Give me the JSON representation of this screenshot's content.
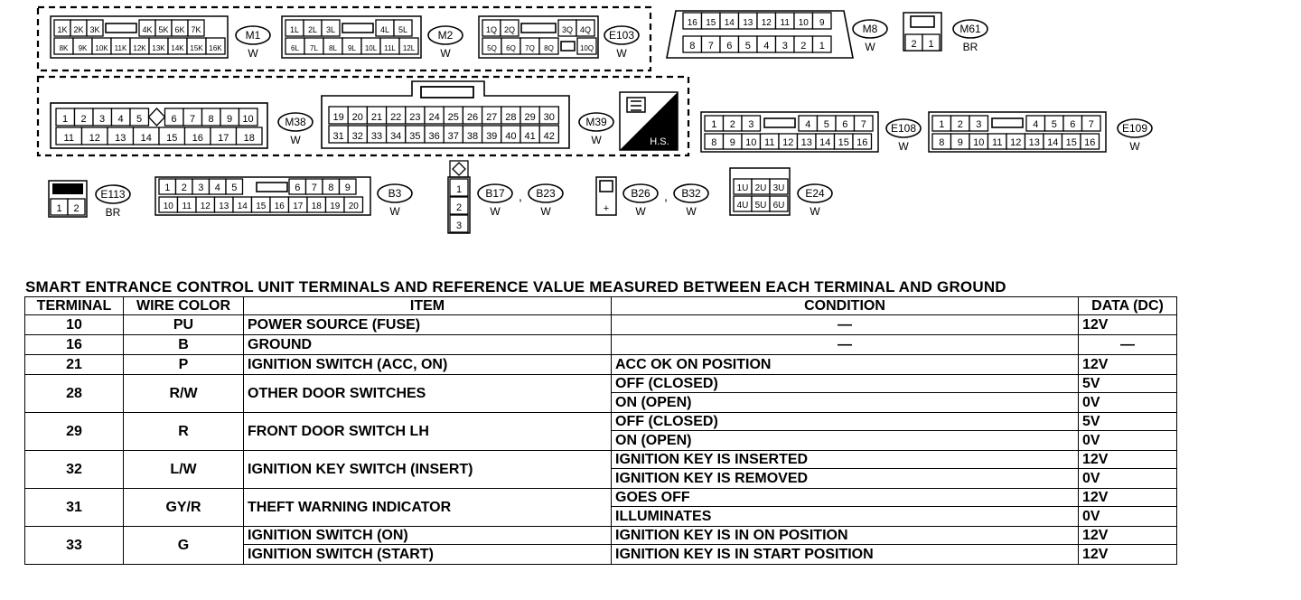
{
  "connectors": [
    {
      "id": "M1",
      "color": "W",
      "top": [
        "1K",
        "2K",
        "3K",
        "",
        "4K",
        "5K",
        "6K",
        "7K"
      ],
      "bottom": [
        "8K",
        "9K",
        "10K",
        "11K",
        "12K",
        "13K",
        "14K",
        "15K",
        "16K"
      ]
    },
    {
      "id": "M2",
      "color": "W",
      "top": [
        "1L",
        "2L",
        "3L",
        "",
        "4L",
        "5L"
      ],
      "bottom": [
        "6L",
        "7L",
        "8L",
        "9L",
        "10L",
        "11L",
        "12L"
      ]
    },
    {
      "id": "E103",
      "color": "W",
      "top": [
        "1Q",
        "2Q",
        "",
        "3Q",
        "4Q"
      ],
      "bottom": [
        "5Q",
        "6Q",
        "7Q",
        "8Q",
        "",
        "10Q"
      ]
    },
    {
      "id": "M8",
      "color": "W",
      "top": [
        "16",
        "15",
        "14",
        "13",
        "12",
        "11",
        "10",
        "9"
      ],
      "bottom": [
        "8",
        "7",
        "6",
        "5",
        "4",
        "3",
        "2",
        "1"
      ]
    },
    {
      "id": "M61",
      "color": "BR",
      "bottom": [
        "2",
        "1"
      ]
    },
    {
      "id": "M38",
      "color": "W",
      "top": [
        "1",
        "2",
        "3",
        "4",
        "5",
        "6",
        "7",
        "8",
        "9",
        "10"
      ],
      "bottom": [
        "11",
        "12",
        "13",
        "14",
        "15",
        "16",
        "17",
        "18"
      ]
    },
    {
      "id": "M39",
      "color": "W",
      "top": [
        "19",
        "20",
        "21",
        "22",
        "23",
        "24",
        "25",
        "26",
        "27",
        "28",
        "29",
        "30"
      ],
      "bottom": [
        "31",
        "32",
        "33",
        "34",
        "35",
        "36",
        "37",
        "38",
        "39",
        "40",
        "41",
        "42"
      ]
    },
    {
      "id": "E108",
      "color": "W",
      "top": [
        "1",
        "2",
        "3",
        "4",
        "5",
        "6",
        "7"
      ],
      "bottom": [
        "8",
        "9",
        "10",
        "11",
        "12",
        "13",
        "14",
        "15",
        "16"
      ]
    },
    {
      "id": "E109",
      "color": "W",
      "top": [
        "1",
        "2",
        "3",
        "4",
        "5",
        "6",
        "7"
      ],
      "bottom": [
        "8",
        "9",
        "10",
        "11",
        "12",
        "13",
        "14",
        "15",
        "16"
      ]
    },
    {
      "id": "E113",
      "color": "BR",
      "bottom": [
        "1",
        "2"
      ]
    },
    {
      "id": "B3",
      "color": "W",
      "top": [
        "1",
        "2",
        "3",
        "4",
        "5",
        "6",
        "7",
        "8",
        "9"
      ],
      "bottom": [
        "10",
        "11",
        "12",
        "13",
        "14",
        "15",
        "16",
        "17",
        "18",
        "19",
        "20"
      ]
    },
    {
      "id": "B17",
      "color": "W",
      "column": [
        "1",
        "2",
        "3"
      ]
    },
    {
      "id": "B23",
      "color": "W"
    },
    {
      "id": "B26",
      "color": "W",
      "column": [
        "+"
      ]
    },
    {
      "id": "B32",
      "color": "W"
    },
    {
      "id": "E24",
      "color": "W",
      "top": [
        "1U",
        "2U",
        "3U"
      ],
      "bottom": [
        "4U",
        "5U",
        "6U"
      ]
    }
  ],
  "hs_label": "H.S.",
  "table": {
    "title": "SMART ENTRANCE CONTROL UNIT TERMINALS AND REFERENCE VALUE MEASURED BETWEEN EACH TERMINAL AND GROUND",
    "headers": [
      "TERMINAL",
      "WIRE COLOR",
      "ITEM",
      "CONDITION",
      "DATA (DC)"
    ],
    "rows": [
      {
        "terminal": "10",
        "wire": "PU",
        "item": [
          "POWER SOURCE (FUSE)"
        ],
        "conditions": [
          "—"
        ],
        "data": [
          "12V"
        ]
      },
      {
        "terminal": "16",
        "wire": "B",
        "item": [
          "GROUND"
        ],
        "conditions": [
          "—"
        ],
        "data": [
          "—"
        ]
      },
      {
        "terminal": "21",
        "wire": "P",
        "item": [
          "IGNITION SWITCH (ACC, ON)"
        ],
        "conditions": [
          "ACC OK ON POSITION"
        ],
        "data": [
          "12V"
        ]
      },
      {
        "terminal": "28",
        "wire": "R/W",
        "item": [
          "OTHER DOOR SWITCHES"
        ],
        "conditions": [
          "OFF (CLOSED)",
          "ON (OPEN)"
        ],
        "data": [
          "5V",
          "0V"
        ]
      },
      {
        "terminal": "29",
        "wire": "R",
        "item": [
          "FRONT DOOR SWITCH LH"
        ],
        "conditions": [
          "OFF (CLOSED)",
          "ON (OPEN)"
        ],
        "data": [
          "5V",
          "0V"
        ]
      },
      {
        "terminal": "32",
        "wire": "L/W",
        "item": [
          "IGNITION KEY SWITCH (INSERT)"
        ],
        "conditions": [
          "IGNITION KEY IS INSERTED",
          "IGNITION KEY IS REMOVED"
        ],
        "data": [
          "12V",
          "0V"
        ]
      },
      {
        "terminal": "31",
        "wire": "GY/R",
        "item": [
          "THEFT  WARNING INDICATOR"
        ],
        "conditions": [
          "GOES OFF",
          "ILLUMINATES"
        ],
        "data": [
          "12V",
          "0V"
        ]
      },
      {
        "terminal": "33",
        "wire": "G",
        "item": [
          "IGNITION SWITCH (ON)",
          "IGNITION SWITCH (START)"
        ],
        "conditions": [
          "IGNITION KEY IS IN ON POSITION",
          "IGNITION KEY IS IN START POSITION"
        ],
        "data": [
          "12V",
          "12V"
        ]
      }
    ]
  }
}
